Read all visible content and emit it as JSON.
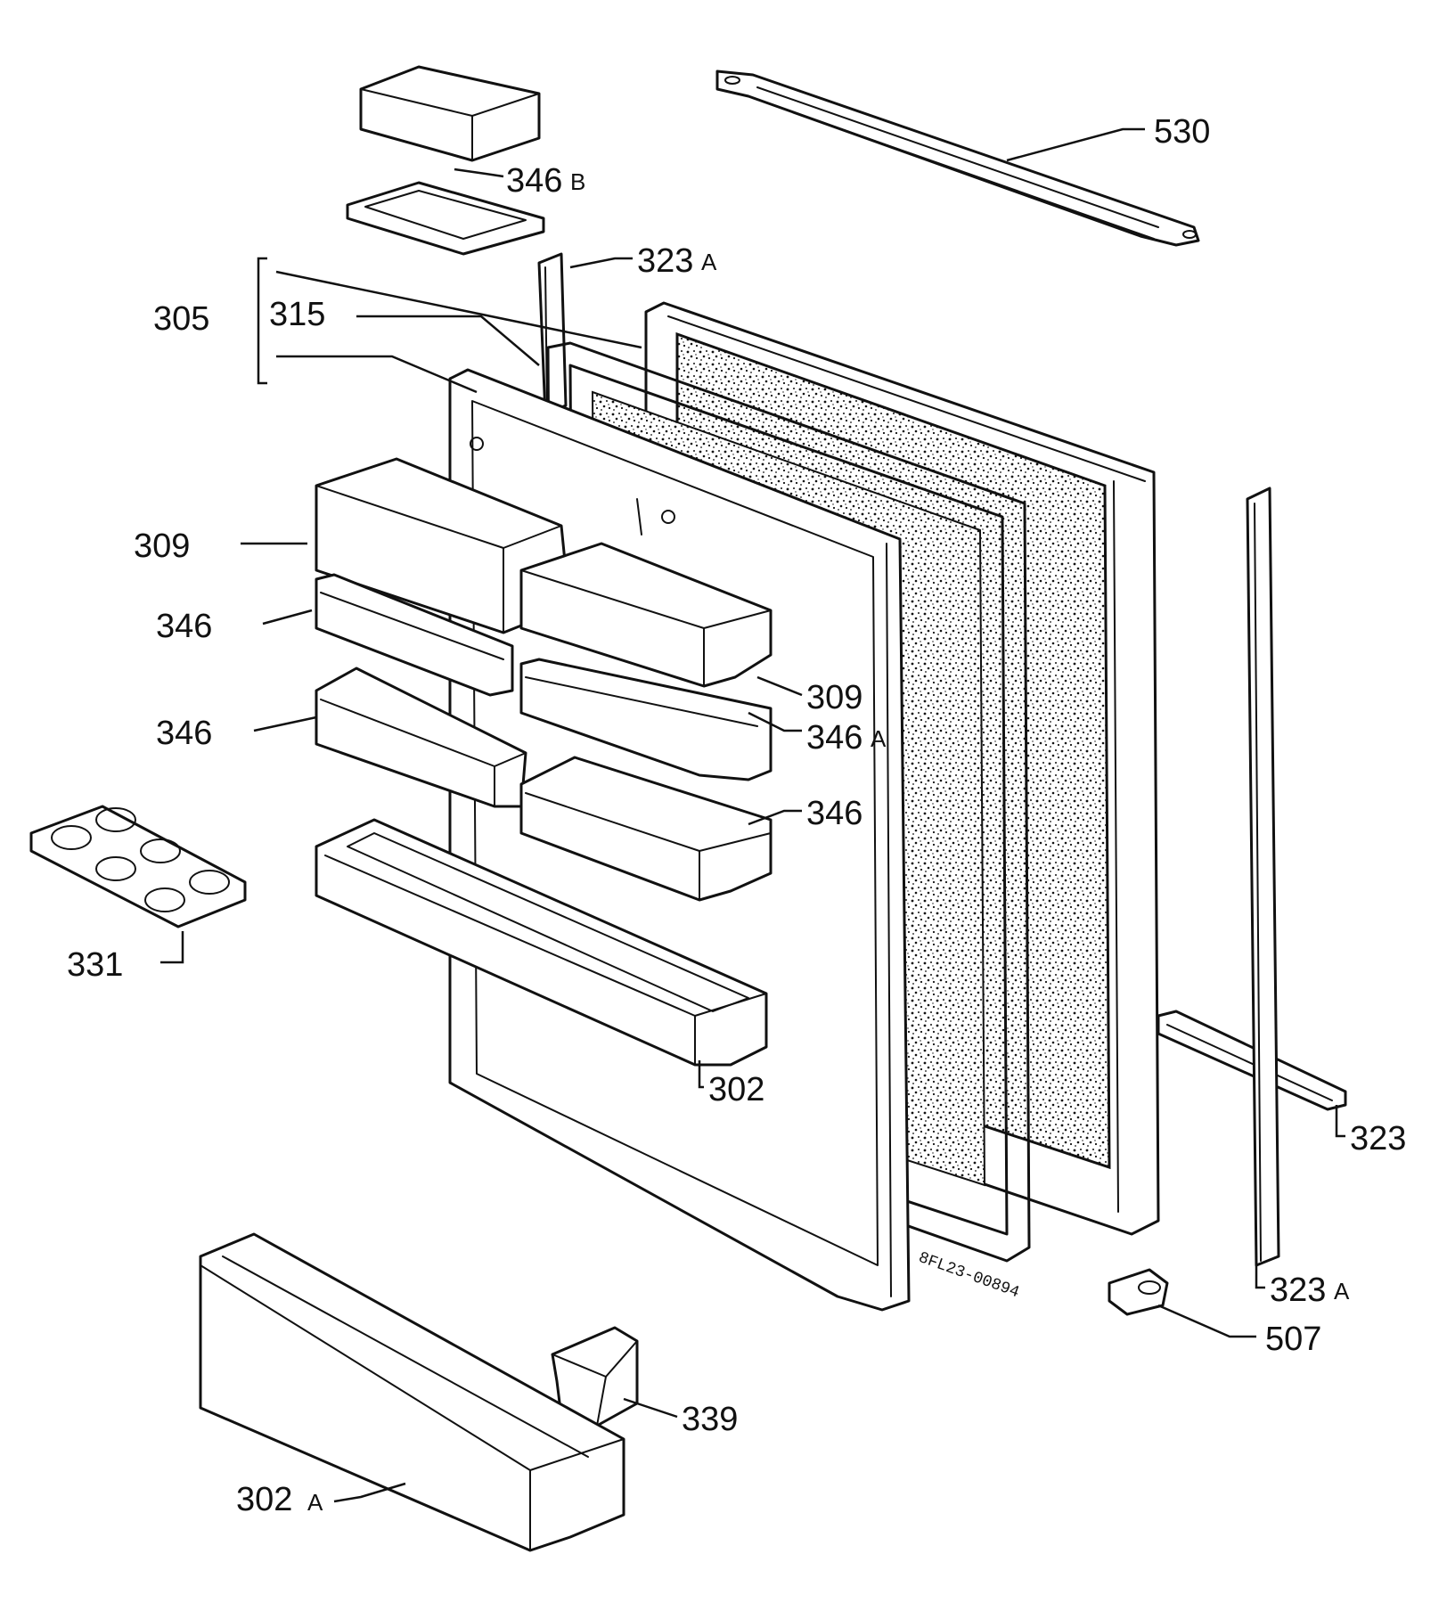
{
  "colors": {
    "ink": "#111111",
    "paper": "#ffffff"
  },
  "labels": {
    "l530": "530",
    "l346b": "346",
    "l346b_suffix": "B",
    "l323a_top": "323",
    "l323a_top_suffix": "A",
    "l305": "305",
    "l315": "315",
    "l309_left": "309",
    "l346_1": "346",
    "l346_2": "346",
    "l309_right": "309",
    "l346a": "346",
    "l346a_suffix": "A",
    "l346_3": "346",
    "l331": "331",
    "l302": "302",
    "l323": "323",
    "l323a_bottom": "323",
    "l323a_bottom_suffix": "A",
    "l507": "507",
    "l339": "339",
    "l302a": "302",
    "l302a_suffix": "A",
    "stamp": "8FL23-00894"
  }
}
